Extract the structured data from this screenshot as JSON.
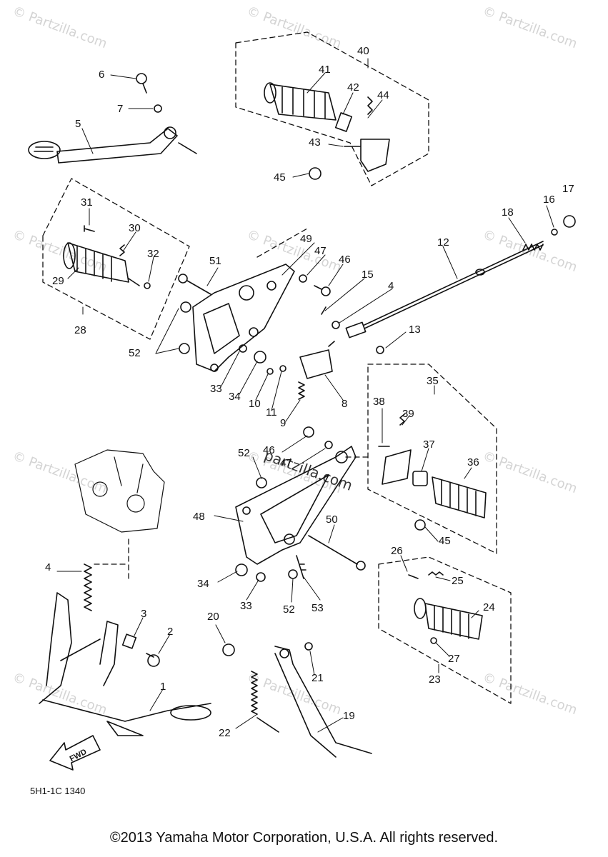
{
  "watermarks": [
    "© Partzilla.com",
    "© Partzilla.com",
    "© Partzilla.com",
    "© Partzilla.com",
    "© Partzilla.com",
    "© Partzilla.com",
    "© Partzilla.com",
    "© Partzilla.com",
    "© Partzilla.com",
    "© Partzilla.com",
    "© Partzilla.com",
    "© Partzilla.com"
  ],
  "center_watermark": "partzilla.com",
  "diagram_code": "5H1-1C 1340",
  "direction_marker": "FWD",
  "copyright": "©2013 Yamaha Motor Corporation, U.S.A. All rights reserved.",
  "callouts": [
    "1",
    "2",
    "3",
    "4",
    "4",
    "5",
    "6",
    "7",
    "8",
    "9",
    "10",
    "11",
    "12",
    "13",
    "15",
    "16",
    "17",
    "18",
    "19",
    "20",
    "21",
    "22",
    "23",
    "24",
    "25",
    "26",
    "27",
    "28",
    "29",
    "30",
    "31",
    "32",
    "33",
    "33",
    "34",
    "34",
    "35",
    "36",
    "37",
    "38",
    "39",
    "40",
    "41",
    "42",
    "43",
    "44",
    "45",
    "45",
    "46",
    "46",
    "47",
    "47",
    "48",
    "49",
    "50",
    "51",
    "52",
    "52",
    "52",
    "53"
  ]
}
